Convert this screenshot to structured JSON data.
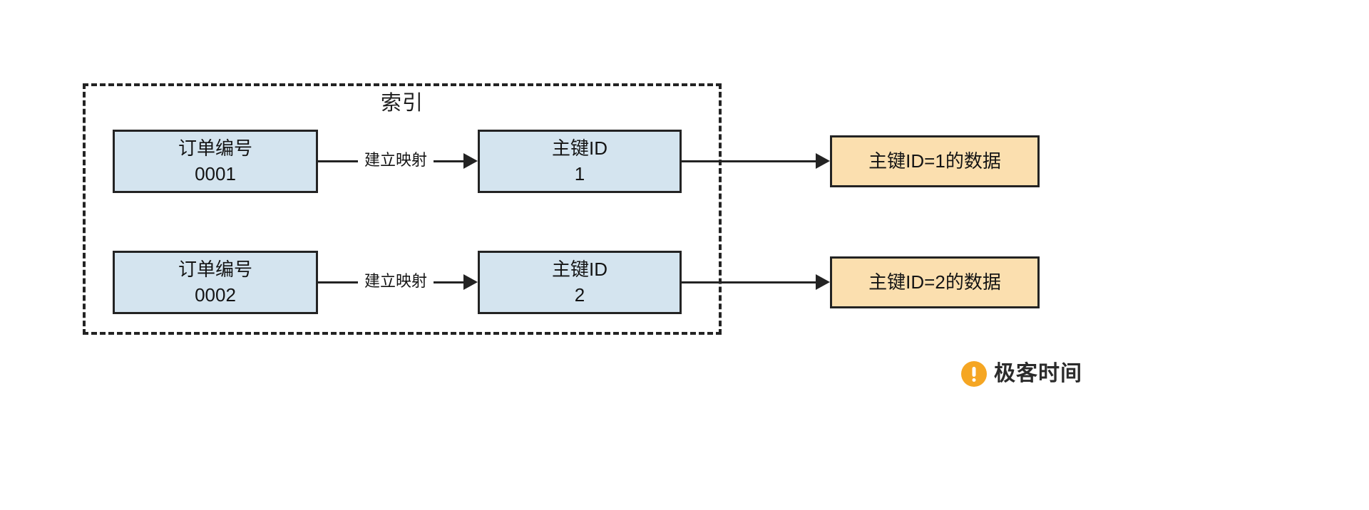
{
  "diagram": {
    "title": "索引",
    "colors": {
      "index_key_fill": "#d4e4ef",
      "data_fill": "#fbdfaf",
      "stroke": "#232323",
      "brand": "#f5a623"
    },
    "index_region_label": "索引",
    "rows": [
      {
        "key_label": "订单编号",
        "key_value": "0001",
        "mapping_label": "建立映射",
        "pk_label": "主键ID",
        "pk_value": "1",
        "data_label": "主键ID=1的数据"
      },
      {
        "key_label": "订单编号",
        "key_value": "0002",
        "mapping_label": "建立映射",
        "pk_label": "主键ID",
        "pk_value": "2",
        "data_label": "主键ID=2的数据"
      }
    ]
  },
  "brand": {
    "name": "极客时间",
    "mark": "geektime-logo-icon"
  }
}
